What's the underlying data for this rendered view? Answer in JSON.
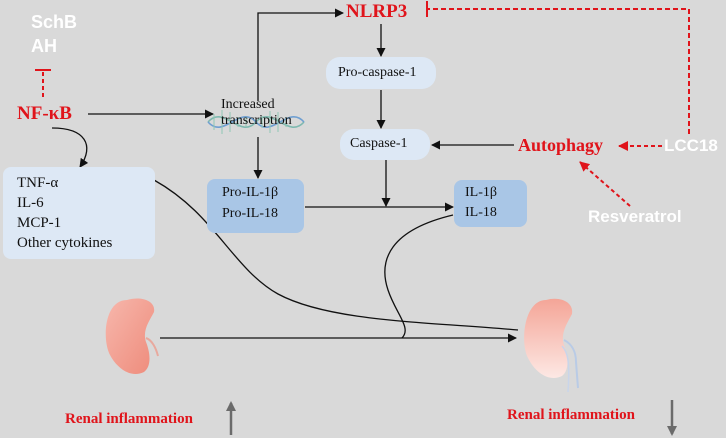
{
  "labels": {
    "schb": "SchB",
    "ah": "AH",
    "nfkb": "NF-κB",
    "nlrp3": "NLRP3",
    "increased": "Increased",
    "transcription": "transcription",
    "pro_caspase": "Pro-caspase-1",
    "caspase": "Caspase-1",
    "autophagy": "Autophagy",
    "lcc18": "LCC18",
    "resveratrol": "Resveratrol",
    "pro_il1b": "Pro-IL-1β",
    "pro_il18": "Pro-IL-18",
    "il1b": "IL-1β",
    "il18": "IL-18",
    "renal_left": "Renal inflammation",
    "renal_right": "Renal inflammation"
  },
  "cytokines": [
    "TNF-α",
    "IL-6",
    "MCP-1",
    "Other cytokines"
  ],
  "colors": {
    "background": "#d9d9d9",
    "red_accent": "#e0141b",
    "arrow": "#111111",
    "indicator_arrow": "#6b6b6b",
    "kidney": "#f29a8c"
  }
}
